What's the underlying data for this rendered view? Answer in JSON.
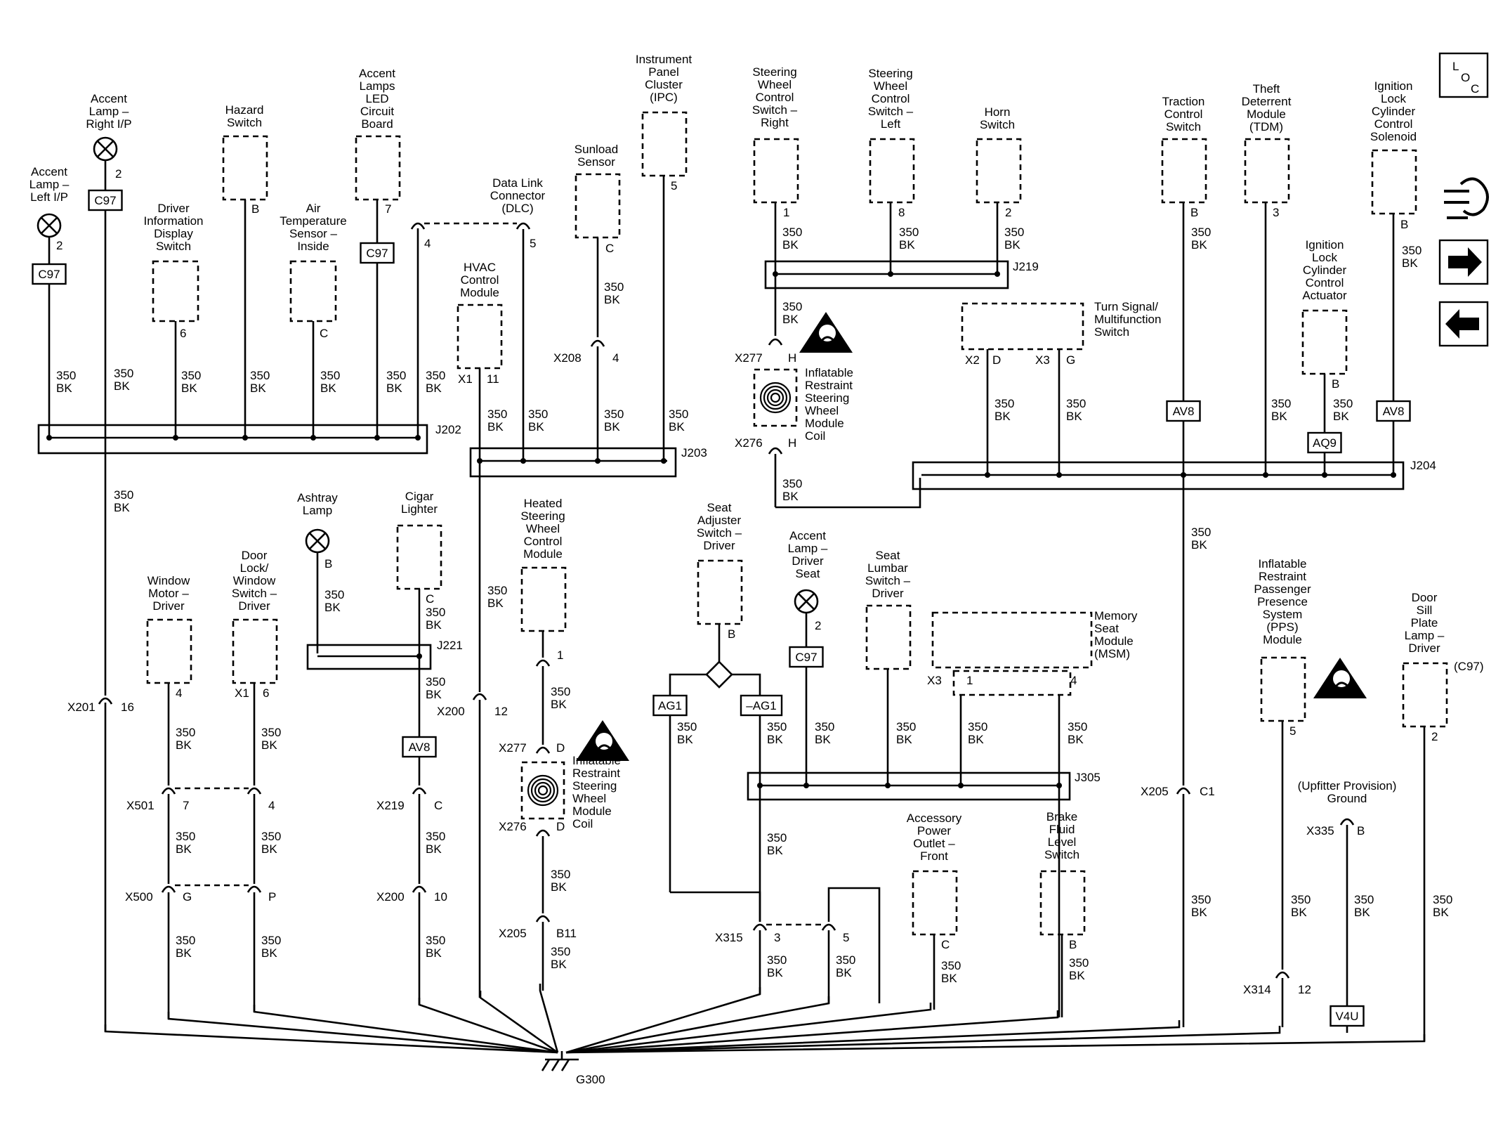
{
  "ground": "G300",
  "wire_spec": {
    "gauge": "350",
    "color": "BK"
  },
  "components": {
    "accent_left": [
      "Accent",
      "Lamp –",
      "Left I/P"
    ],
    "accent_right": [
      "Accent",
      "Lamp –",
      "Right I/P"
    ],
    "dids": [
      "Driver",
      "Information",
      "Display",
      "Switch"
    ],
    "hazard": [
      "Hazard",
      "Switch"
    ],
    "air_temp": [
      "Air",
      "Temperature",
      "Sensor –",
      "Inside"
    ],
    "accent_led": [
      "Accent",
      "Lamps",
      "LED",
      "Circuit",
      "Board"
    ],
    "dlc": [
      "Data Link",
      "Connector",
      "(DLC)"
    ],
    "hvac": [
      "HVAC",
      "Control",
      "Module"
    ],
    "sunload": [
      "Sunload",
      "Sensor"
    ],
    "ipc": [
      "Instrument",
      "Panel",
      "Cluster",
      "(IPC)"
    ],
    "sw_right": [
      "Steering",
      "Wheel",
      "Control",
      "Switch –",
      "Right"
    ],
    "sw_left": [
      "Steering",
      "Wheel",
      "Control",
      "Switch –",
      "Left"
    ],
    "horn": [
      "Horn",
      "Switch"
    ],
    "airbag_coil_top": [
      "Inflatable",
      "Restraint",
      "Steering",
      "Wheel",
      "Module",
      "Coil"
    ],
    "turn_signal": [
      "Turn Signal/",
      "Multifunction",
      "Switch"
    ],
    "traction": [
      "Traction",
      "Control",
      "Switch"
    ],
    "theft": [
      "Theft",
      "Deterrent",
      "Module",
      "(TDM)"
    ],
    "ign_actuator": [
      "Ignition",
      "Lock",
      "Cylinder",
      "Control",
      "Actuator"
    ],
    "ign_solenoid": [
      "Ignition",
      "Lock",
      "Cylinder",
      "Control",
      "Solenoid"
    ],
    "window_motor": [
      "Window",
      "Motor –",
      "Driver"
    ],
    "door_lock": [
      "Door",
      "Lock/",
      "Window",
      "Switch –",
      "Driver"
    ],
    "ashtray": [
      "Ashtray",
      "Lamp"
    ],
    "cigar": [
      "Cigar",
      "Lighter"
    ],
    "heated_sw": [
      "Heated",
      "Steering",
      "Wheel",
      "Control",
      "Module"
    ],
    "airbag_coil_bottom": [
      "Inflatable",
      "Restraint",
      "Steering",
      "Wheel",
      "Module",
      "Coil"
    ],
    "seat_adjuster": [
      "Seat",
      "Adjuster",
      "Switch –",
      "Driver"
    ],
    "accent_seat": [
      "Accent",
      "Lamp –",
      "Driver",
      "Seat"
    ],
    "seat_lumbar": [
      "Seat",
      "Lumbar",
      "Switch –",
      "Driver"
    ],
    "msm": [
      "Memory",
      "Seat",
      "Module",
      "(MSM)"
    ],
    "power_outlet": [
      "Accessory",
      "Power",
      "Outlet –",
      "Front"
    ],
    "brake_fluid": [
      "Brake",
      "Fluid",
      "Level",
      "Switch"
    ],
    "pps": [
      "Inflatable",
      "Restraint",
      "Passenger",
      "Presence",
      "System",
      "(PPS)",
      "Module"
    ],
    "upfitter": [
      "(Upfitter Provision)",
      "Ground"
    ],
    "door_sill": [
      "Door",
      "Sill",
      "Plate",
      "Lamp –",
      "Driver"
    ]
  },
  "splices": {
    "j202": "J202",
    "j203": "J203",
    "j204": "J204",
    "j219": "J219",
    "j221": "J221",
    "j305": "J305"
  },
  "connectors": {
    "x201": "X201",
    "x208": "X208",
    "x277": "X277",
    "x276": "X276",
    "x1": "X1",
    "x2": "X2",
    "x3": "X3",
    "x501": "X501",
    "x500": "X500",
    "x219": "X219",
    "x200": "X200",
    "x205": "X205",
    "x315": "X315",
    "x314": "X314",
    "x335": "X335"
  },
  "codes": {
    "c97": "C97",
    "av8": "AV8",
    "aq9": "AQ9",
    "ag1": "AG1",
    "neg_ag1": "–AG1",
    "v4u": "V4U",
    "c97_paren": "(C97)"
  },
  "pins": {
    "p2": "2",
    "pB": "B",
    "p6": "6",
    "pC": "C",
    "p7": "7",
    "p4": "4",
    "p5": "5",
    "p11": "11",
    "p1": "1",
    "p8": "8",
    "pH": "H",
    "pD": "D",
    "pG": "G",
    "p3": "3",
    "p16": "16",
    "p12": "12",
    "pP": "P",
    "p10": "10",
    "pB11": "B11",
    "pC1": "C1"
  },
  "nav": {
    "loc_l": "L",
    "loc_o": "O",
    "loc_c": "C",
    "icons": [
      "loc-icon",
      "connector-icon",
      "forward-arrow-icon",
      "back-arrow-icon"
    ]
  }
}
